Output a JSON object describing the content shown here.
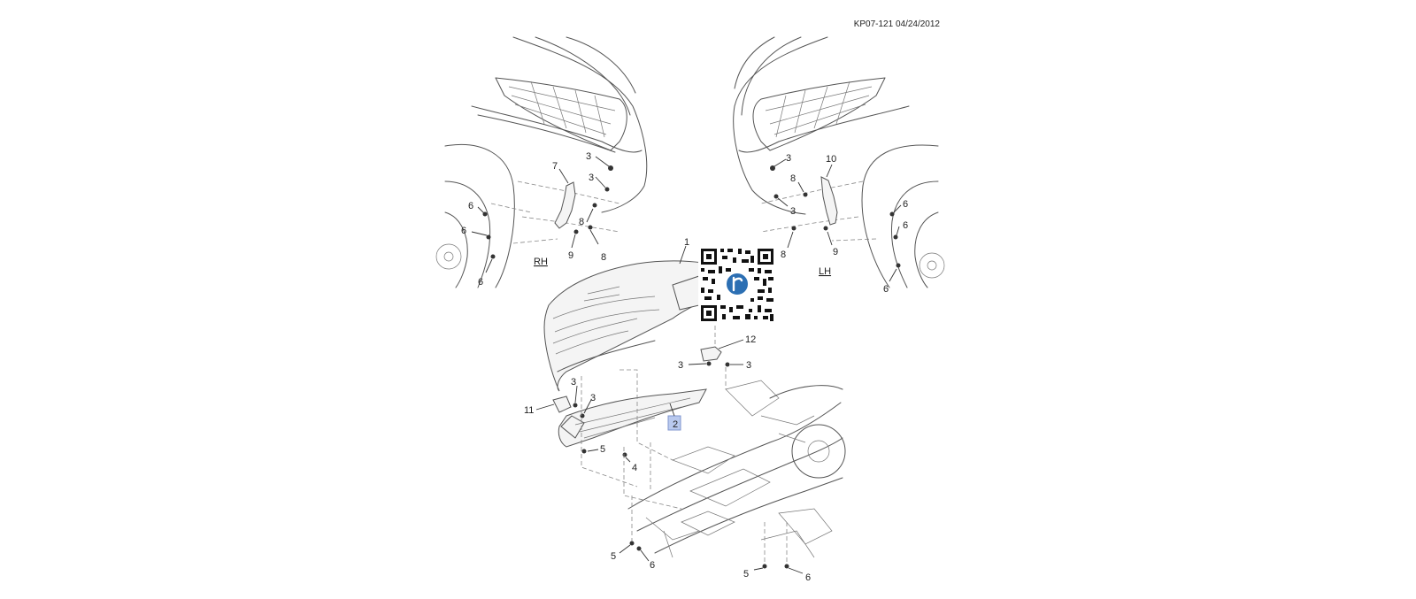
{
  "document_id": "KP07-121 04/24/2012",
  "side_labels": {
    "rh": "RH",
    "lh": "LH"
  },
  "callouts": {
    "c1": "1",
    "c2": "2",
    "c3a": "3",
    "c3b": "3",
    "c3c": "3",
    "c3d": "3",
    "c3e": "3",
    "c3f": "3",
    "c3g": "3",
    "c3h": "3",
    "c4": "4",
    "c5a": "5",
    "c5b": "5",
    "c5c": "5",
    "c6a": "6",
    "c6b": "6",
    "c6c": "6",
    "c6d": "6",
    "c6e": "6",
    "c6f": "6",
    "c6g": "6",
    "c6h": "6",
    "c7": "7",
    "c8a": "8",
    "c8b": "8",
    "c8c": "8",
    "c8d": "8",
    "c9a": "9",
    "c9b": "9",
    "c10": "10",
    "c11": "11",
    "c12": "12"
  },
  "highlighted_part": "2",
  "icons": {
    "qr": "qr-code-icon",
    "logo": "logo-badge-icon"
  }
}
